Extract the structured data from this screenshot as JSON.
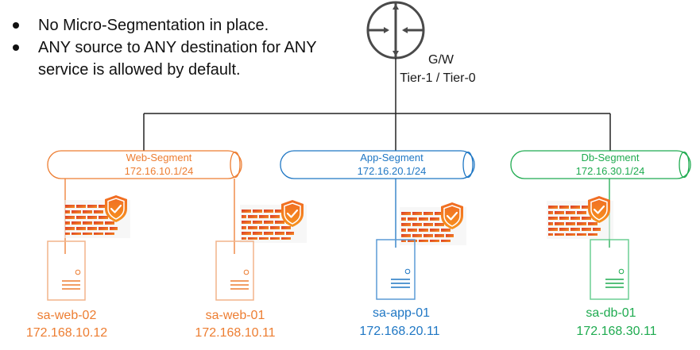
{
  "notes": [
    "No Micro-Segmentation in place.",
    "ANY source to ANY destination for ANY service is allowed by default."
  ],
  "gateway": {
    "icon": "router-icon",
    "name": "G/W",
    "tier": "Tier-1 / Tier-0",
    "color": "#4a4a4a"
  },
  "segments": [
    {
      "name": "Web-Segment",
      "cidr": "172.16.10.1/24",
      "color": "#ed7d31",
      "vms": [
        {
          "name": "sa-web-02",
          "ip": "172.168.10.12"
        },
        {
          "name": "sa-web-01",
          "ip": "172.168.10.11"
        }
      ]
    },
    {
      "name": "App-Segment",
      "cidr": "172.16.20.1/24",
      "color": "#1f77c4",
      "vms": [
        {
          "name": "sa-app-01",
          "ip": "172.168.20.11"
        }
      ]
    },
    {
      "name": "Db-Segment",
      "cidr": "172.16.30.1/24",
      "color": "#1fab50",
      "vms": [
        {
          "name": "sa-db-01",
          "ip": "172.168.30.11"
        }
      ]
    }
  ],
  "firewall_icon": "firewall-shield-icon"
}
